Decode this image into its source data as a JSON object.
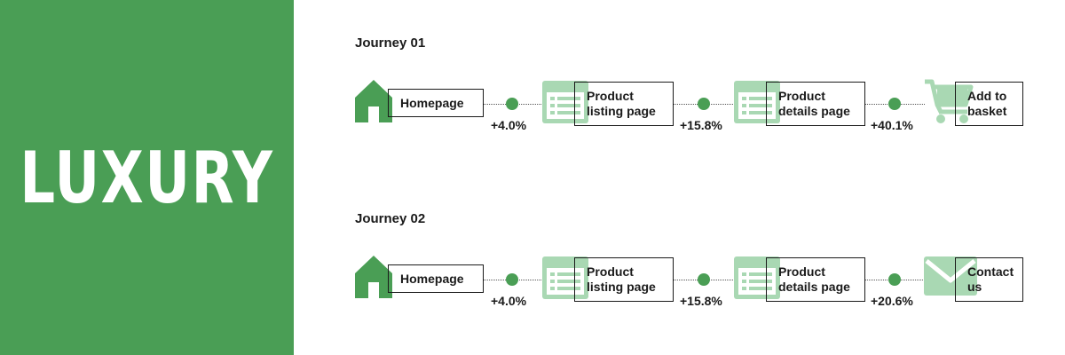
{
  "banner": {
    "title": "LUXURY",
    "color": "#4a9e55"
  },
  "journeys": [
    {
      "title": "Journey 01",
      "steps": [
        {
          "label": "Homepage",
          "icon": "house-icon"
        },
        {
          "label": "Product\nlisting page",
          "icon": "page-icon"
        },
        {
          "label": "Product\ndetails page",
          "icon": "page-icon"
        },
        {
          "label": "Add to\nbasket",
          "icon": "shopping-cart-icon"
        }
      ],
      "rates": [
        "+4.0%",
        "+15.8%",
        "+40.1%"
      ]
    },
    {
      "title": "Journey 02",
      "steps": [
        {
          "label": "Homepage",
          "icon": "house-icon"
        },
        {
          "label": "Product\nlisting page",
          "icon": "page-icon"
        },
        {
          "label": "Product\ndetails page",
          "icon": "page-icon"
        },
        {
          "label": "Contact\nus",
          "icon": "envelope-icon"
        }
      ],
      "rates": [
        "+4.0%",
        "+15.8%",
        "+20.6%"
      ]
    }
  ],
  "colors": {
    "accent": "#4a9e55",
    "accent_light": "#a9d8b3"
  }
}
